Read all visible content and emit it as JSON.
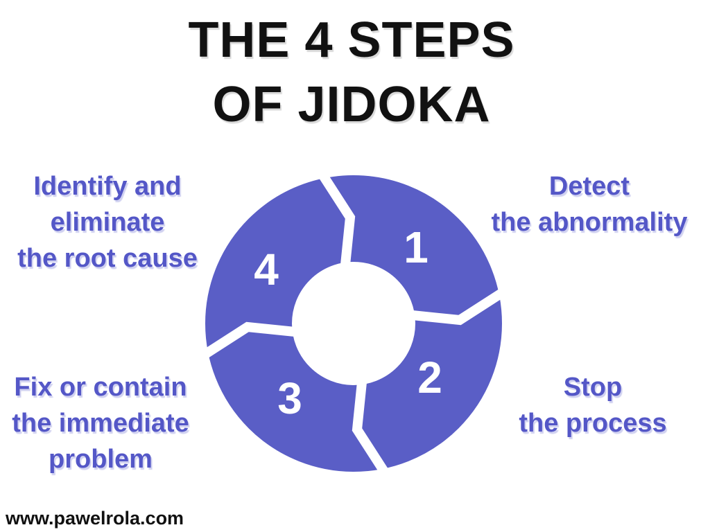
{
  "title": {
    "line1": "THE 4 STEPS",
    "line2": "OF JIDOKA"
  },
  "diagram": {
    "name": "jidoka-cycle",
    "type": "cycle-donut",
    "segment_count": 4,
    "steps": [
      {
        "number": "1",
        "position": "top-right",
        "label": "Detect the abnormality",
        "lines": [
          "Detect",
          "the abnormality"
        ]
      },
      {
        "number": "2",
        "position": "bottom-right",
        "label": "Stop the process",
        "lines": [
          "Stop",
          "the process"
        ]
      },
      {
        "number": "3",
        "position": "bottom-left",
        "label": "Fix or contain the immediate problem",
        "lines": [
          "Fix or contain",
          "the immediate",
          "problem"
        ]
      },
      {
        "number": "4",
        "position": "top-left",
        "label": "Identify and eliminate the root cause",
        "lines": [
          "Identify and",
          "eliminate",
          "the root cause"
        ]
      }
    ]
  },
  "footer": {
    "website": "www.pawelrola.com"
  },
  "colors": {
    "donut_fill": "#5A5EC6",
    "divider": "#FFFFFF",
    "number_text": "#FFFFFF",
    "label_text": "#5457C7",
    "title_text": "#111111",
    "background": "#FFFFFF"
  }
}
